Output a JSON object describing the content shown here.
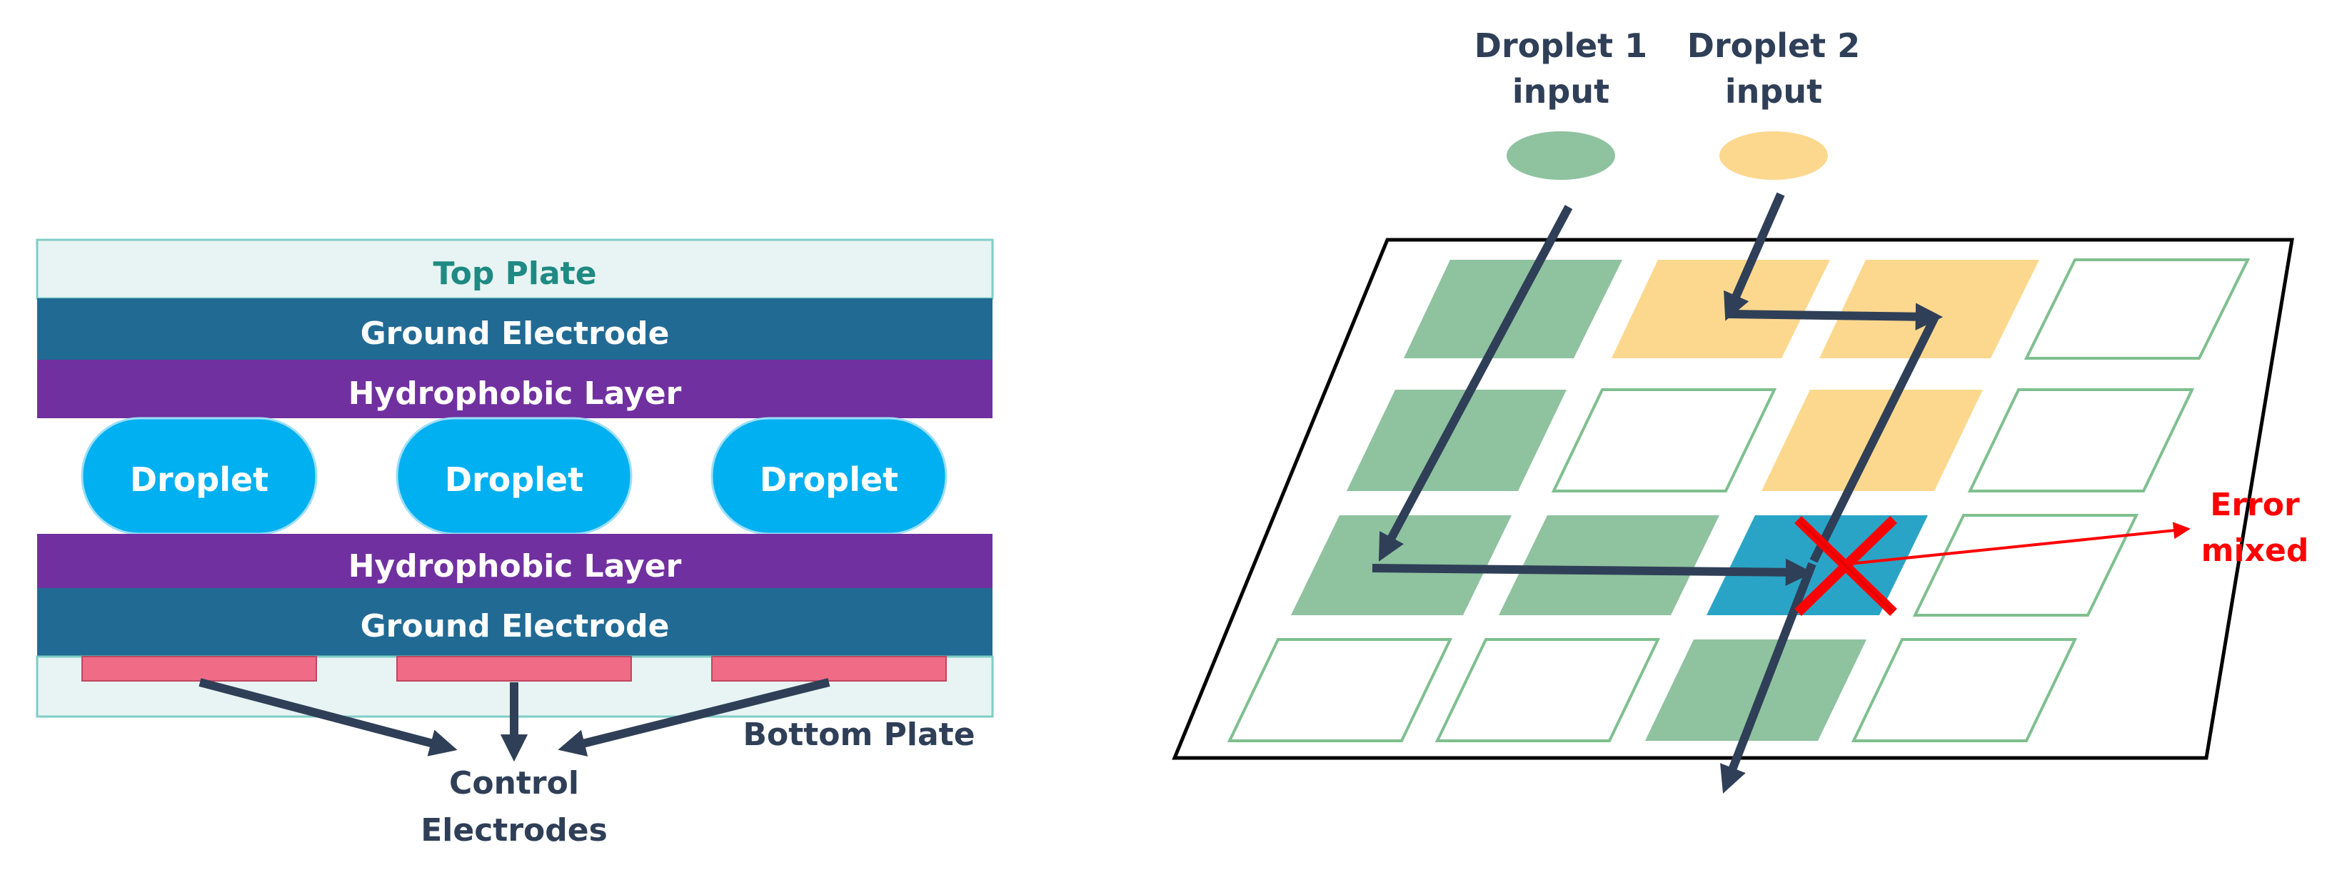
{
  "left_panel": {
    "top_plate_label": "Top Plate",
    "ground_electrode_top_label": "Ground Electrode",
    "hydrophobic_top_label": "Hydrophobic Layer",
    "droplets": [
      "Droplet",
      "Droplet",
      "Droplet"
    ],
    "hydrophobic_bottom_label": "Hydrophobic Layer",
    "ground_electrode_bottom_label": "Ground Electrode",
    "bottom_plate_label": "Bottom Plate",
    "control_electrodes_label_line1": "Control",
    "control_electrodes_label_line2": "Electrodes"
  },
  "right_panel": {
    "droplet1_label_line1": "Droplet 1",
    "droplet1_label_line2": "input",
    "droplet2_label_line1": "Droplet 2",
    "droplet2_label_line2": "input",
    "error_label_line1": "Error",
    "error_label_line2": "mixed"
  },
  "colors": {
    "top_plate_fill": "#e8f4f3",
    "plate_stroke": "#7fcdc6",
    "top_plate_text": "#1f8a83",
    "ground_electrode": "#216a93",
    "hydrophobic_layer": "#7030a0",
    "droplet": "#00b0f0",
    "control_electrode": "#f06b86",
    "arrow": "#2f3f57",
    "label_text": "#2f3f57",
    "droplet1_green": "#8fc29f",
    "droplet2_yellow": "#fcd88e",
    "mixed_cell": "#2aa4c6",
    "error_red": "#ff0000",
    "empty_cell_stroke": "#7fbf8f"
  }
}
